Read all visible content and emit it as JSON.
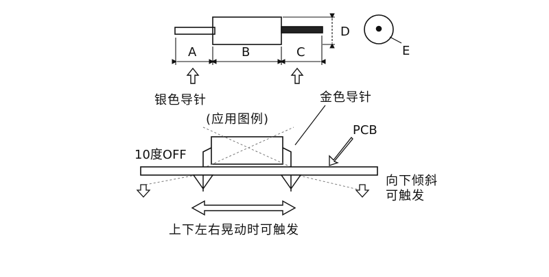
{
  "top_component": {
    "dimension_labels": {
      "a": "A",
      "b": "B",
      "c": "C",
      "d": "D",
      "e": "E"
    },
    "silver_pin_label": "银色导针"
  },
  "application_example": {
    "gold_pin_label": "金色导针",
    "example_label": "(应用图例)",
    "pcb_label": "PCB",
    "tilt_label": "10度OFF",
    "tilt_down_label_line1": "向下倾斜",
    "tilt_down_label_line2": "可触发",
    "shake_label": "上下左右晃动时可触发"
  },
  "colors": {
    "ink": "#111111",
    "background": "#ffffff"
  }
}
